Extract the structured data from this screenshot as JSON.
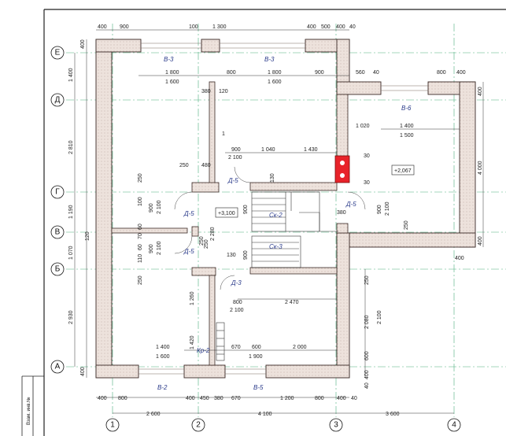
{
  "axes_letters": [
    "Е",
    "Д",
    "Г",
    "В",
    "Б",
    "А"
  ],
  "axes_numbers": [
    "1",
    "2",
    "3",
    "4"
  ],
  "stamp": "Взам. инв.№",
  "top_dims": [
    "400",
    "900",
    "100",
    "1 300",
    "400",
    "500",
    "400",
    "40"
  ],
  "top_dims2": [
    "1 800",
    "800",
    "1 800",
    "900",
    "560",
    "40",
    "800",
    "400"
  ],
  "top_dims3": [
    "1 600",
    "1 600"
  ],
  "left_dims": [
    "400",
    "1 400",
    "2 810",
    "1 190",
    "1 070",
    "2 930",
    "400"
  ],
  "left_small": [
    "120",
    "250",
    "100",
    "60",
    "70",
    "110",
    "250"
  ],
  "bottom_dims": [
    "400",
    "800",
    "400",
    "450",
    "380",
    "670",
    "1 200",
    "800",
    "400",
    "40"
  ],
  "bottom_axes": [
    "2 600",
    "4 100",
    "3 600"
  ],
  "right_dims": [
    "400",
    "4 000",
    "400",
    "250",
    "2 080",
    "600",
    "400",
    "40"
  ],
  "windows": {
    "v3a": "В-3",
    "v3b": "В-3",
    "v6": "В-6",
    "v2": "В-2",
    "v5": "В-5"
  },
  "doors": {
    "d5a": "Д-5",
    "d5b": "Д-5",
    "d5c": "Д-5",
    "d5d": "Д-5",
    "d3": "Д-3"
  },
  "stairs": {
    "sk2": "Ск-2",
    "sk3": "Ск-3",
    "kr2": "Кр-2"
  },
  "levels": {
    "a": "+3,100",
    "b": "+2,067"
  },
  "interior_dims": {
    "d1": "380",
    "d2": "120",
    "d3": "1 020",
    "d4": "1 400",
    "d5": "1 500",
    "d6": "900",
    "d7": "2 100",
    "d8": "1 040",
    "d9": "1 430",
    "d10": "250",
    "d11": "480",
    "d12": "130",
    "d13": "30",
    "d14": "30",
    "d15": "380",
    "d16": "900",
    "d17": "2 100",
    "d18": "250",
    "d19": "2 280",
    "d20": "900",
    "d21": "2 100",
    "d22": "250",
    "d23": "130",
    "d24": "900",
    "d25": "800",
    "d26": "2 100",
    "d27": "2 470",
    "d28": "1 260",
    "d29": "1 420",
    "d30": "670",
    "d31": "600",
    "d32": "2 000",
    "d33": "1 400",
    "d34": "1 600",
    "d35": "1 900",
    "d36": "900",
    "d37": "2 100",
    "d38": "900",
    "d39": "2 100",
    "d40": "1",
    "d41": "60",
    "d42": "250"
  },
  "colors": {
    "wall_fill": "#e9dcd6",
    "wall_stroke": "#3a2a26",
    "grid": "#4caf7f",
    "red": "#e8232a",
    "dim": "#222222"
  }
}
